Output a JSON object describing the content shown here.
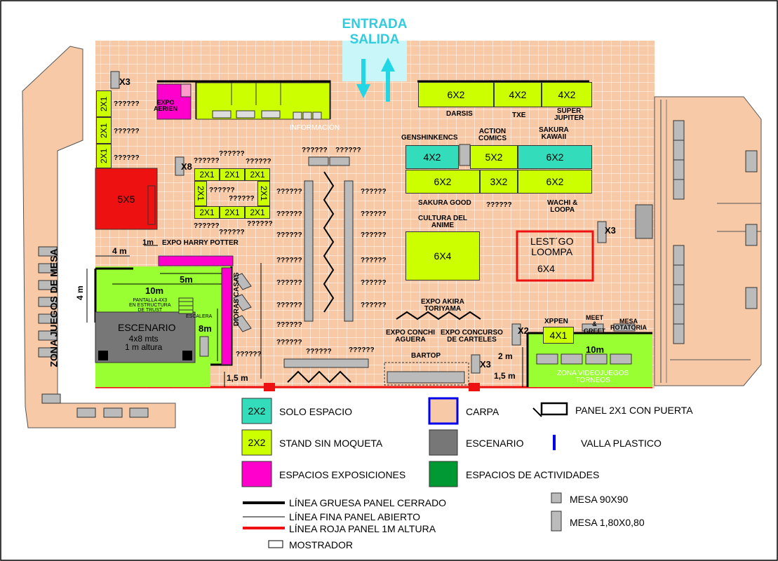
{
  "entrance": {
    "line1": "ENTRADA",
    "line2": "SALIDA"
  },
  "side_zone": "ZONA JUEGOS DE MESA",
  "colors": {
    "floor": "#f7c9a6",
    "grid": "#ffffff",
    "stand_green": "#ccff00",
    "stand_teal": "#33ddbb",
    "expo_magenta": "#ff00cc",
    "stage_gray": "#777777",
    "stage_red": "#ee1111",
    "entrance_cyan": "#33ccdd",
    "tables_gray": "#bbbbbb"
  },
  "labels": {
    "x3_top": "X3",
    "x8": "X8",
    "x3_right": "X3",
    "x2": "X2",
    "x3_bottom": "X3",
    "expo_aerien": "EXPO\nAERIEN",
    "informacion": "INFORMACIÓN",
    "darsis": "DARSIS",
    "txe": "TXE",
    "super_jupiter": "SUPER\nJUPITER",
    "genshinkencs": "GENSHINKENCS",
    "action_comics": "ACTION\nCOMICS",
    "sakura_kawaii": "SAKURA\nKAWAII",
    "sakura_good": "SAKURA GOOD",
    "wachi_loopa": "WACHI &\nLOOPA",
    "cultura_anime": "CULTURA DEL\nANIME",
    "lestgo": "LEST´GO\nLOOMPA",
    "lestgo_size": "6X4",
    "expo_harry": "EXPO HARRY POTTER",
    "dioras_casas": "DIORAS CASAS",
    "expo_akira": "EXPO AKIRA\nTORIYAMA",
    "expo_conchi": "EXPO CONCHI\nAGUERA",
    "expo_concurso": "EXPO CONCURSO\nDE CARTELES",
    "bartop": "BARTOP",
    "xppen": "XPPEN",
    "meet_greet": "MEET\n&\nGREET",
    "mesa_rotatoria": "MESA\nROTATORIA",
    "zona_videojuegos": "ZONA VIDEOJUEGOS\nTORNEOS",
    "pantalla": "PANTALLA 4X3\nEN ESTRUCTURA\nDE TRUST",
    "escalera": "ESCALERA",
    "escenario": "ESCENARIO",
    "escenario_dims": "4x8 mts\n1 m altura",
    "five_by_five": "5X5",
    "unknown": "??????"
  },
  "measures": {
    "m1": "1m",
    "m4_top": "4 m",
    "m4_left": "4 m",
    "m5": "5m",
    "m10": "10m",
    "m8": "8m",
    "m1_5_left": "1,5 m",
    "m2": "2 m",
    "m1_5_right": "1,5 m",
    "m10_right": "10m"
  },
  "stands": {
    "darsis": "6X2",
    "txe": "4X2",
    "super_jupiter": "4X2",
    "genshinkencs": "4X2",
    "action_comics": "5X2",
    "sakura_kawaii": "6X2",
    "sakura_good": "6X2",
    "mid": "3X2",
    "wachi_loopa": "6X2",
    "cultura_anime": "6X4",
    "xppen": "4X1",
    "left_col": [
      "2X1",
      "2X1",
      "2X1"
    ],
    "ring_top": [
      "2X1",
      "2X1",
      "2X1"
    ],
    "ring_bottom": [
      "2X1",
      "2X1",
      "2X1"
    ],
    "ring_left": "2X1",
    "ring_right": "2X1"
  },
  "legend": {
    "solo_espacio_swatch": "2X2",
    "solo_espacio": "SOLO ESPACIO",
    "stand_sin_moqueta_swatch": "2X2",
    "stand_sin_moqueta": "STAND SIN MOQUETA",
    "espacios_exposiciones": "ESPACIOS EXPOSICIONES",
    "carpa": "CARPA",
    "escenario": "ESCENARIO",
    "espacios_actividades": "ESPACIOS DE ACTIVIDADES",
    "panel_2x1": "PANEL 2X1 CON PUERTA",
    "valla": "VALLA PLASTICO",
    "linea_gruesa": "LÍNEA GRUESA PANEL CERRADO",
    "linea_fina": "LÍNEA FINA PANEL ABIERTO",
    "linea_roja": "LÍNEA ROJA PANEL 1M ALTURA",
    "mostrador": "MOSTRADOR",
    "mesa_90": "MESA 90X90",
    "mesa_180": "MESA 1,80X0,80"
  }
}
